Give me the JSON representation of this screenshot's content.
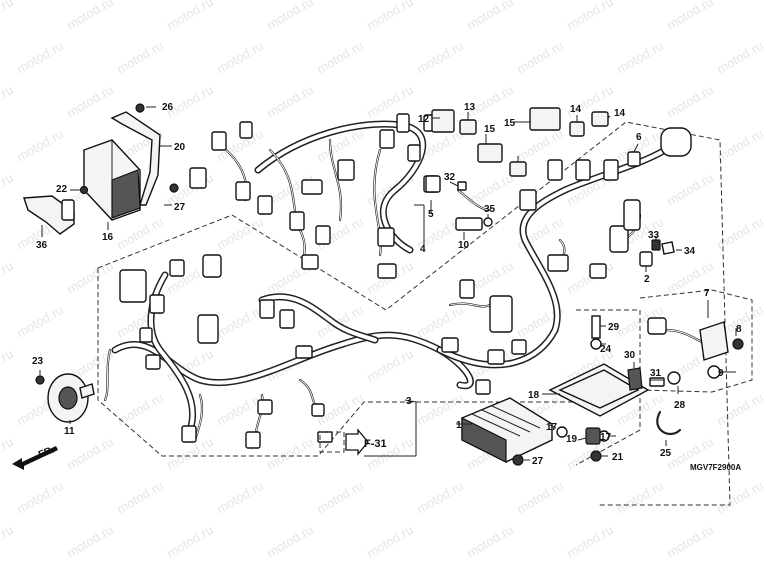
{
  "watermark_text": "motod.ru",
  "figure_code": "MGV7F2900A",
  "front_marker": "FR.",
  "page_reference": "F-31",
  "part_numbers": [
    "1",
    "2",
    "3",
    "4",
    "5",
    "6",
    "7",
    "8",
    "9",
    "10",
    "11",
    "12",
    "13",
    "14",
    "14",
    "15",
    "15",
    "16",
    "17",
    "17",
    "18",
    "19",
    "20",
    "21",
    "22",
    "23",
    "24",
    "25",
    "26",
    "27",
    "27",
    "28",
    "29",
    "30",
    "31",
    "32",
    "33",
    "34",
    "35",
    "36"
  ],
  "colors": {
    "ink": "#111111",
    "background": "#ffffff",
    "watermark": "#000000"
  }
}
